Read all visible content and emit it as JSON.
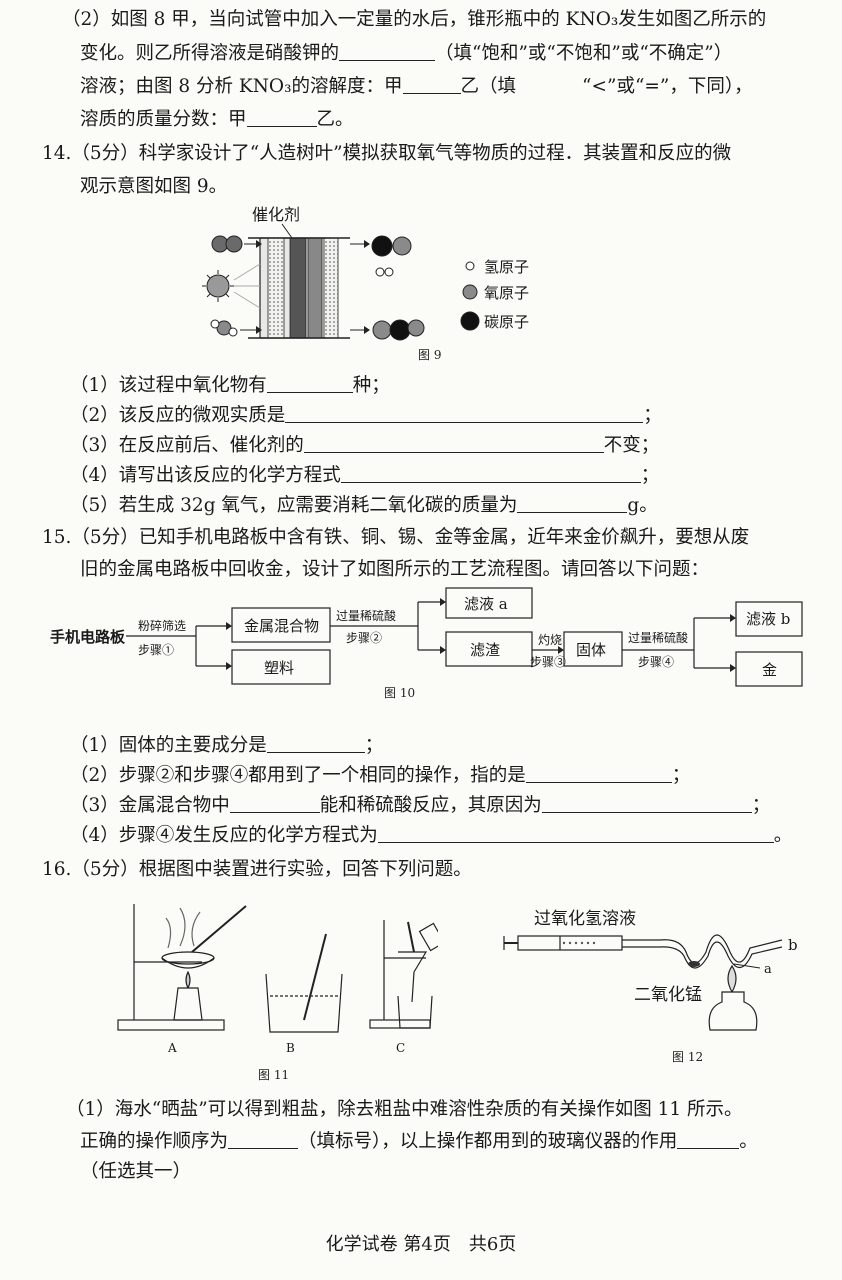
{
  "q13": {
    "l1": "（2）如图 8 甲，当向试管中加入一定量的水后，锥形瓶中的 KNO₃发生如图乙所示的",
    "l2a": "变化。则乙所得溶液是硝酸钾的",
    "l2b": "（填“饱和”或“不饱和”或“不确定”）",
    "l3a": "溶液；由图 8 分析 KNO₃的溶解度：甲",
    "l3b": "乙（填",
    "l3c": "“<”或“=”，下同），",
    "l4a": "溶质的质量分数：甲",
    "l4b": "乙。"
  },
  "q14": {
    "l1": "14.（5分）科学家设计了“人造树叶”模拟获取氧气等物质的过程．其装置和反应的微",
    "l2": "观示意图如图 9。",
    "catalyst_label": "催化剂",
    "legend_h": "氢原子",
    "legend_o": "氧原子",
    "legend_c": "碳原子",
    "caption": "图 9",
    "s1a": "（1）该过程中氧化物有",
    "s1b": "种；",
    "s2a": "（2）该反应的微观实质是",
    "s2b": "；",
    "s3a": "（3）在反应前后、催化剂的",
    "s3b": "不变；",
    "s4a": "（4）请写出该反应的化学方程式",
    "s4b": "；",
    "s5a": "（5）若生成 32g 氧气，应需要消耗二氧化碳的质量为",
    "s5b": "g。"
  },
  "q15": {
    "l1": "15.（5分）已知手机电路板中含有铁、铜、锡、金等金属，近年来金价飙升，要想从废",
    "l2": "旧的金属电路板中回收金，设计了如图所示的工艺流程图。请回答以下问题：",
    "flow": {
      "start": "手机电路板",
      "op1_top": "粉碎筛选",
      "op1_bottom": "步骤①",
      "box_metal": "金属混合物",
      "box_plastic": "塑料",
      "op2_top": "过量稀硫酸",
      "op2_bottom": "步骤②",
      "box_filtrate_a": "滤液 a",
      "box_residue": "滤渣",
      "op3_top": "灼烧",
      "op3_bottom": "步骤③",
      "box_solid": "固体",
      "op4_top": "过量稀硫酸",
      "op4_bottom": "步骤④",
      "box_filtrate_b": "滤液 b",
      "box_gold": "金"
    },
    "caption": "图 10",
    "s1a": "（1）固体的主要成分是",
    "s1b": "；",
    "s2a": "（2）步骤②和步骤④都用到了一个相同的操作，指的是",
    "s2b": "；",
    "s3a": "（3）金属混合物中",
    "s3b": "能和稀硫酸反应，其原因为",
    "s3c": "；",
    "s4a": "（4）步骤④发生反应的化学方程式为",
    "s4b": "。"
  },
  "q16": {
    "l1": "16.（5分）根据图中装置进行实验，回答下列问题。",
    "label_a": "A",
    "label_b": "B",
    "label_c": "C",
    "caption11": "图 11",
    "h2o2_label": "过氧化氢溶液",
    "mno2_label": "二氧化锰",
    "tube_a": "a",
    "tube_b": "b",
    "caption12": "图 12",
    "s1a": "（1）海水“晒盐”可以得到粗盐，除去粗盐中难溶性杂质的有关操作如图 11 所示。",
    "s1b": "正确的操作顺序为",
    "s1c": "（填标号），以上操作都用到的玻璃仪器的作用",
    "s1d": "。",
    "s1e": "（任选其一）"
  },
  "footer": "化学试卷 第4页　共6页"
}
